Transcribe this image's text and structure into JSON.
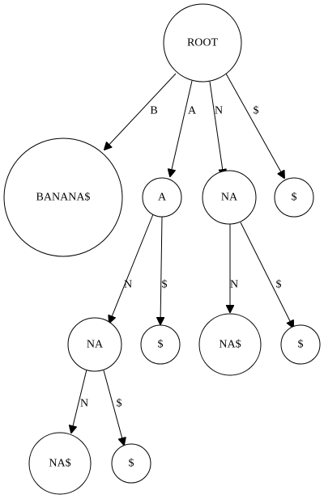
{
  "diagram": {
    "nodes": {
      "root": "ROOT",
      "banana": "BANANA$",
      "a": "A",
      "na1": "NA",
      "dollar1": "$",
      "na2": "NA",
      "dollar2": "$",
      "na_dollar1": "NA$",
      "dollar3": "$",
      "na_dollar2": "NA$",
      "dollar4": "$"
    },
    "edges": {
      "root_banana": "B",
      "root_a": "A",
      "root_na1": "N",
      "root_dollar1": "$",
      "a_na2": "N",
      "a_dollar2": "$",
      "na1_nadollar": "N",
      "na1_dollar": "$",
      "na2_nadollar": "N",
      "na2_dollar": "$"
    }
  }
}
